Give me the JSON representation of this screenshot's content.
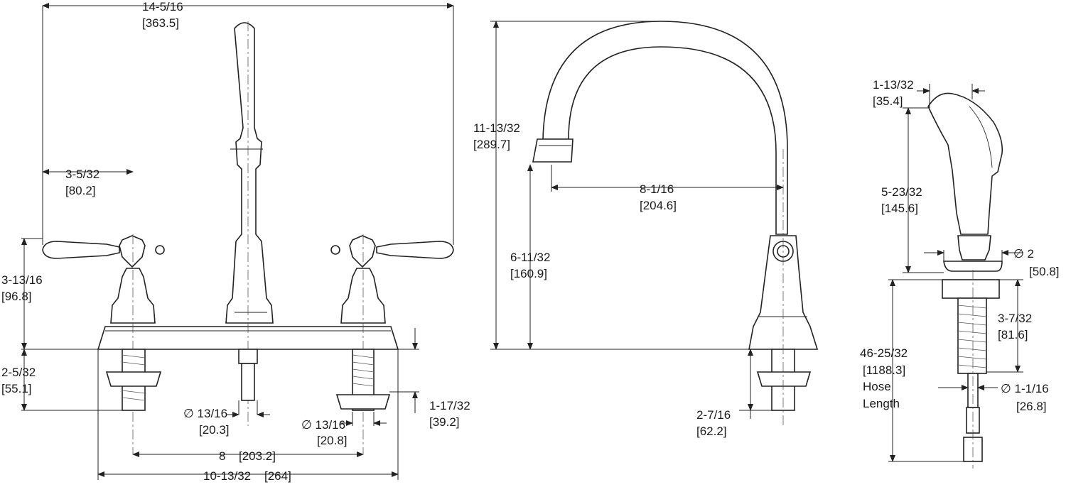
{
  "front_view": {
    "overall_width": [
      "14-5/16",
      "[363.5]"
    ],
    "handle_offset": [
      "3-5/32",
      "[80.2]"
    ],
    "handle_height": [
      "3-13/16",
      "[96.8]"
    ],
    "shank_length": [
      "2-5/32",
      "[55.1]"
    ],
    "hole_dia_center": [
      "∅ 13/16",
      "[20.3]"
    ],
    "hole_dia_side": [
      "∅ 13/16",
      "[20.8]"
    ],
    "max_deck": [
      "1-17/32",
      "[39.2]"
    ],
    "centers": [
      "8",
      "[203.2]"
    ],
    "base_width": [
      "10-13/32",
      "[264]"
    ]
  },
  "side_view": {
    "spout_height": [
      "11-13/32",
      "[289.7]"
    ],
    "spout_reach": [
      "8-1/16",
      "[204.6]"
    ],
    "spout_clearance": [
      "6-11/32",
      "[160.9]"
    ],
    "shank": [
      "2-7/16",
      "[62.2]"
    ]
  },
  "spray_view": {
    "head_width": [
      "1-13/32",
      "[35.4]"
    ],
    "spray_height": [
      "5-23/32",
      "[145.6]"
    ],
    "base_dia": [
      "∅ 2",
      "[50.8]"
    ],
    "shank_length": [
      "3-7/32",
      "[81.6]"
    ],
    "hose_length": [
      "46-25/32",
      "[1188.3]",
      "Hose",
      "Length"
    ],
    "shank_dia": [
      "∅ 1-1/16",
      "[26.8]"
    ]
  }
}
